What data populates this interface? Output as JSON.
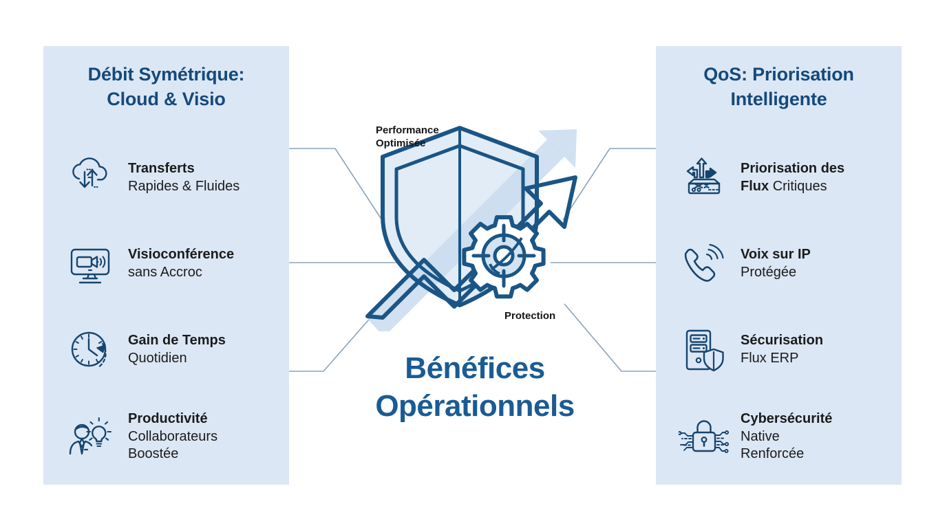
{
  "colors": {
    "panel_bg": "#dce7f5",
    "page_bg": "#ffffff",
    "heading_blue": "#144a7c",
    "title_blue": "#1a5b94",
    "icon_stroke": "#15456f",
    "connector": "#8ba3b8",
    "graphic_fill": "#c9dcee",
    "body_text": "#1b1b1b"
  },
  "left_panel": {
    "title_line1": "Débit Symétrique:",
    "title_line2": "Cloud & Visio",
    "items": [
      {
        "icon": "cloud-upload-download-icon",
        "line1": "Transferts",
        "line2": "Rapides & Fluides",
        "line3": ""
      },
      {
        "icon": "video-conference-monitor-icon",
        "line1": "Visioconférence",
        "line2": "sans Accroc",
        "line3": ""
      },
      {
        "icon": "clock-arrow-icon",
        "line1": "Gain de Temps",
        "line2": "Quotidien",
        "line3": ""
      },
      {
        "icon": "person-lightbulb-icon",
        "line1": "Productivité",
        "line2": "Collaborateurs",
        "line3": "Boostée"
      }
    ]
  },
  "right_panel": {
    "title_line1": "QoS: Priorisation",
    "title_line2": "Intelligente",
    "items": [
      {
        "icon": "router-traffic-arrows-icon",
        "line1": "Priorisation des",
        "line2": "Flux",
        "line3": "Critiques"
      },
      {
        "icon": "voip-phone-icon",
        "line1": "Voix sur IP",
        "line2": "Protégée",
        "line3": ""
      },
      {
        "icon": "server-shield-icon",
        "line1": "Sécurisation",
        "line2": "Flux ERP",
        "line3": ""
      },
      {
        "icon": "padlock-circuit-icon",
        "line1": "Cybersécurité",
        "line2": "Native",
        "line3": "Renforcée"
      }
    ]
  },
  "center": {
    "graphic": "shield-growth-arrow-gear-icon",
    "annotation_top_line1": "Performance",
    "annotation_top_line2": "Optimisée",
    "annotation_bottom": "Protection",
    "title_line1": "Bénéfices",
    "title_line2": "Opérationnels"
  }
}
